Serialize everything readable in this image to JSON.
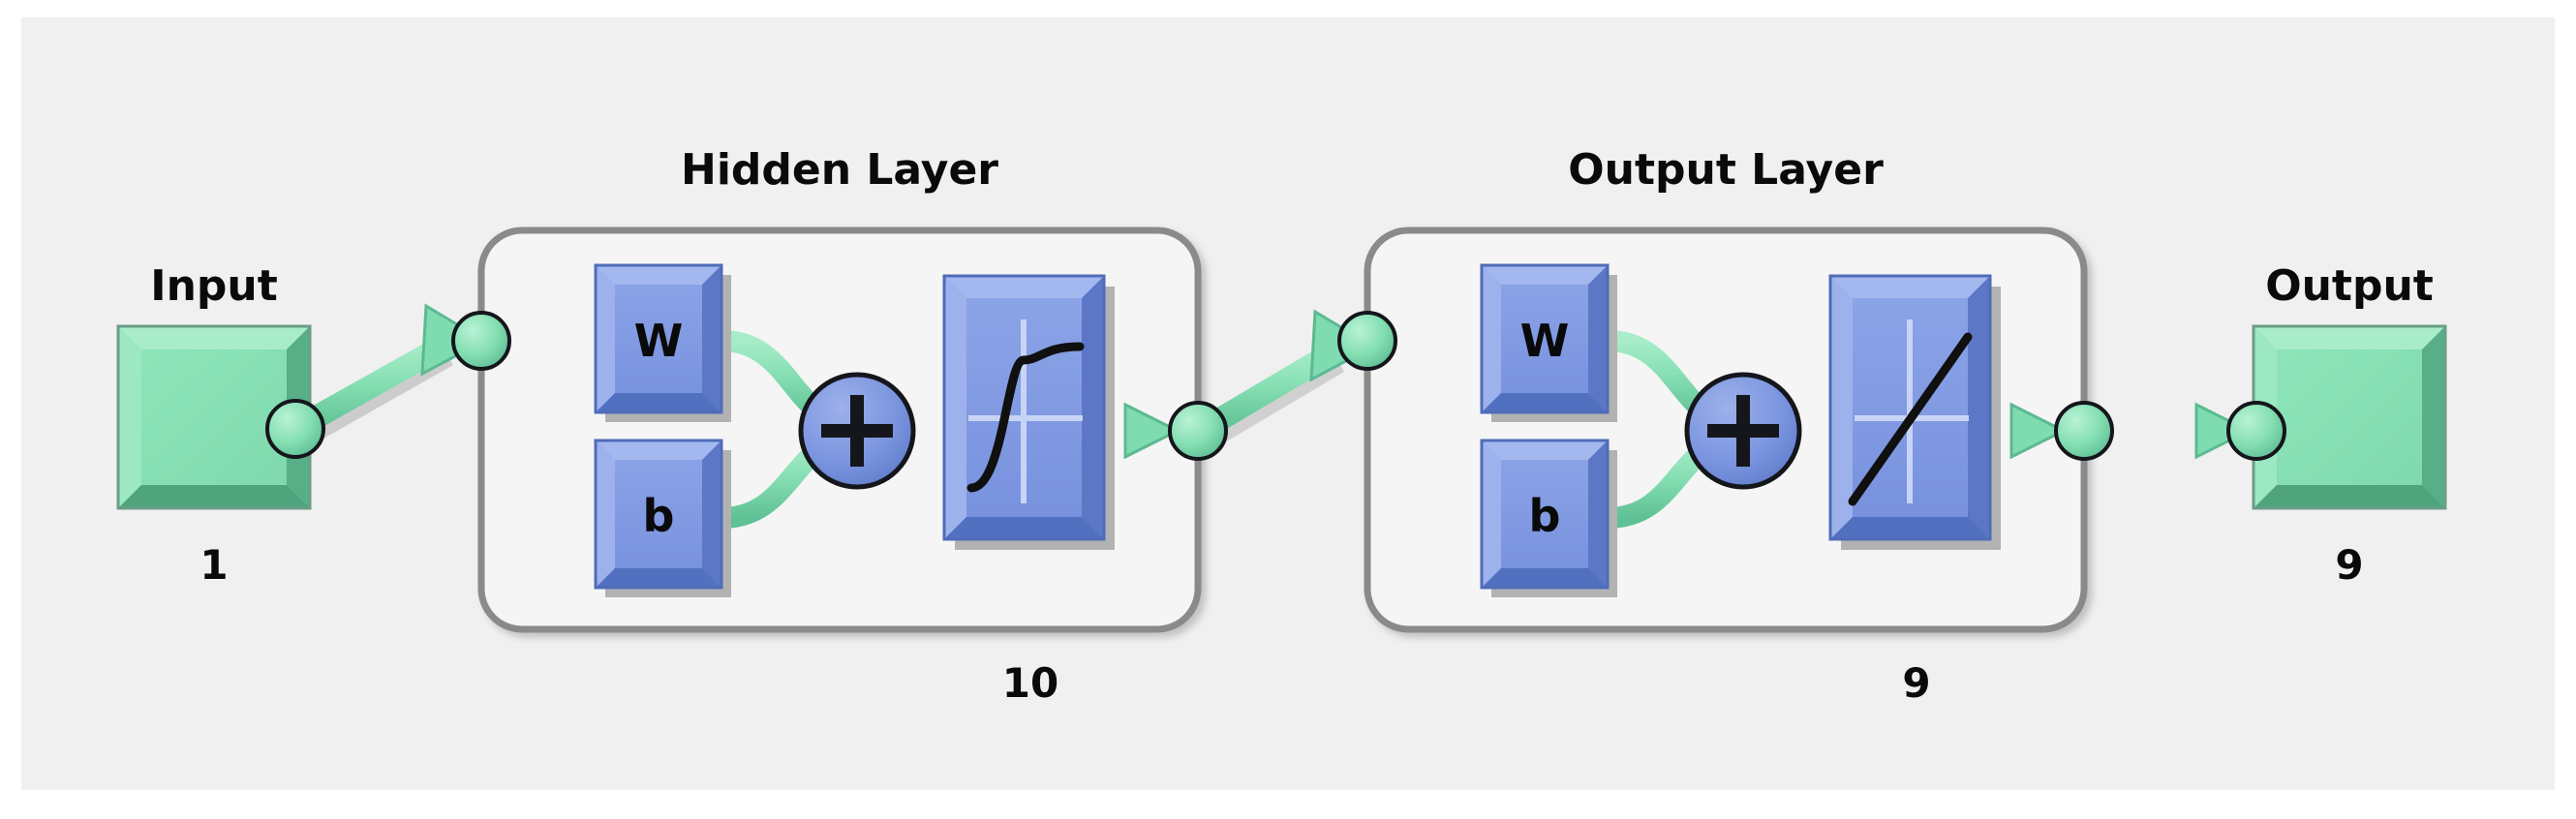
{
  "diagram": {
    "kind": "neural-network-architecture",
    "background_color": "#f0f0f0",
    "accent_green": "#7fdcb0",
    "accent_blue": "#7b95e0",
    "border_gray": "#808080",
    "endpoints": [
      {
        "id": "input",
        "label": "Input",
        "count": "1"
      },
      {
        "id": "output",
        "label": "Output",
        "count": "9"
      }
    ],
    "layers": [
      {
        "id": "hidden-layer",
        "title": "Hidden Layer",
        "count": "10",
        "weight_label": "W",
        "bias_label": "b",
        "sum_label": "+",
        "transfer_icon": "sigmoid-icon"
      },
      {
        "id": "output-layer",
        "title": "Output Layer",
        "count": "9",
        "weight_label": "W",
        "bias_label": "b",
        "sum_label": "+",
        "transfer_icon": "linear-icon"
      }
    ]
  }
}
